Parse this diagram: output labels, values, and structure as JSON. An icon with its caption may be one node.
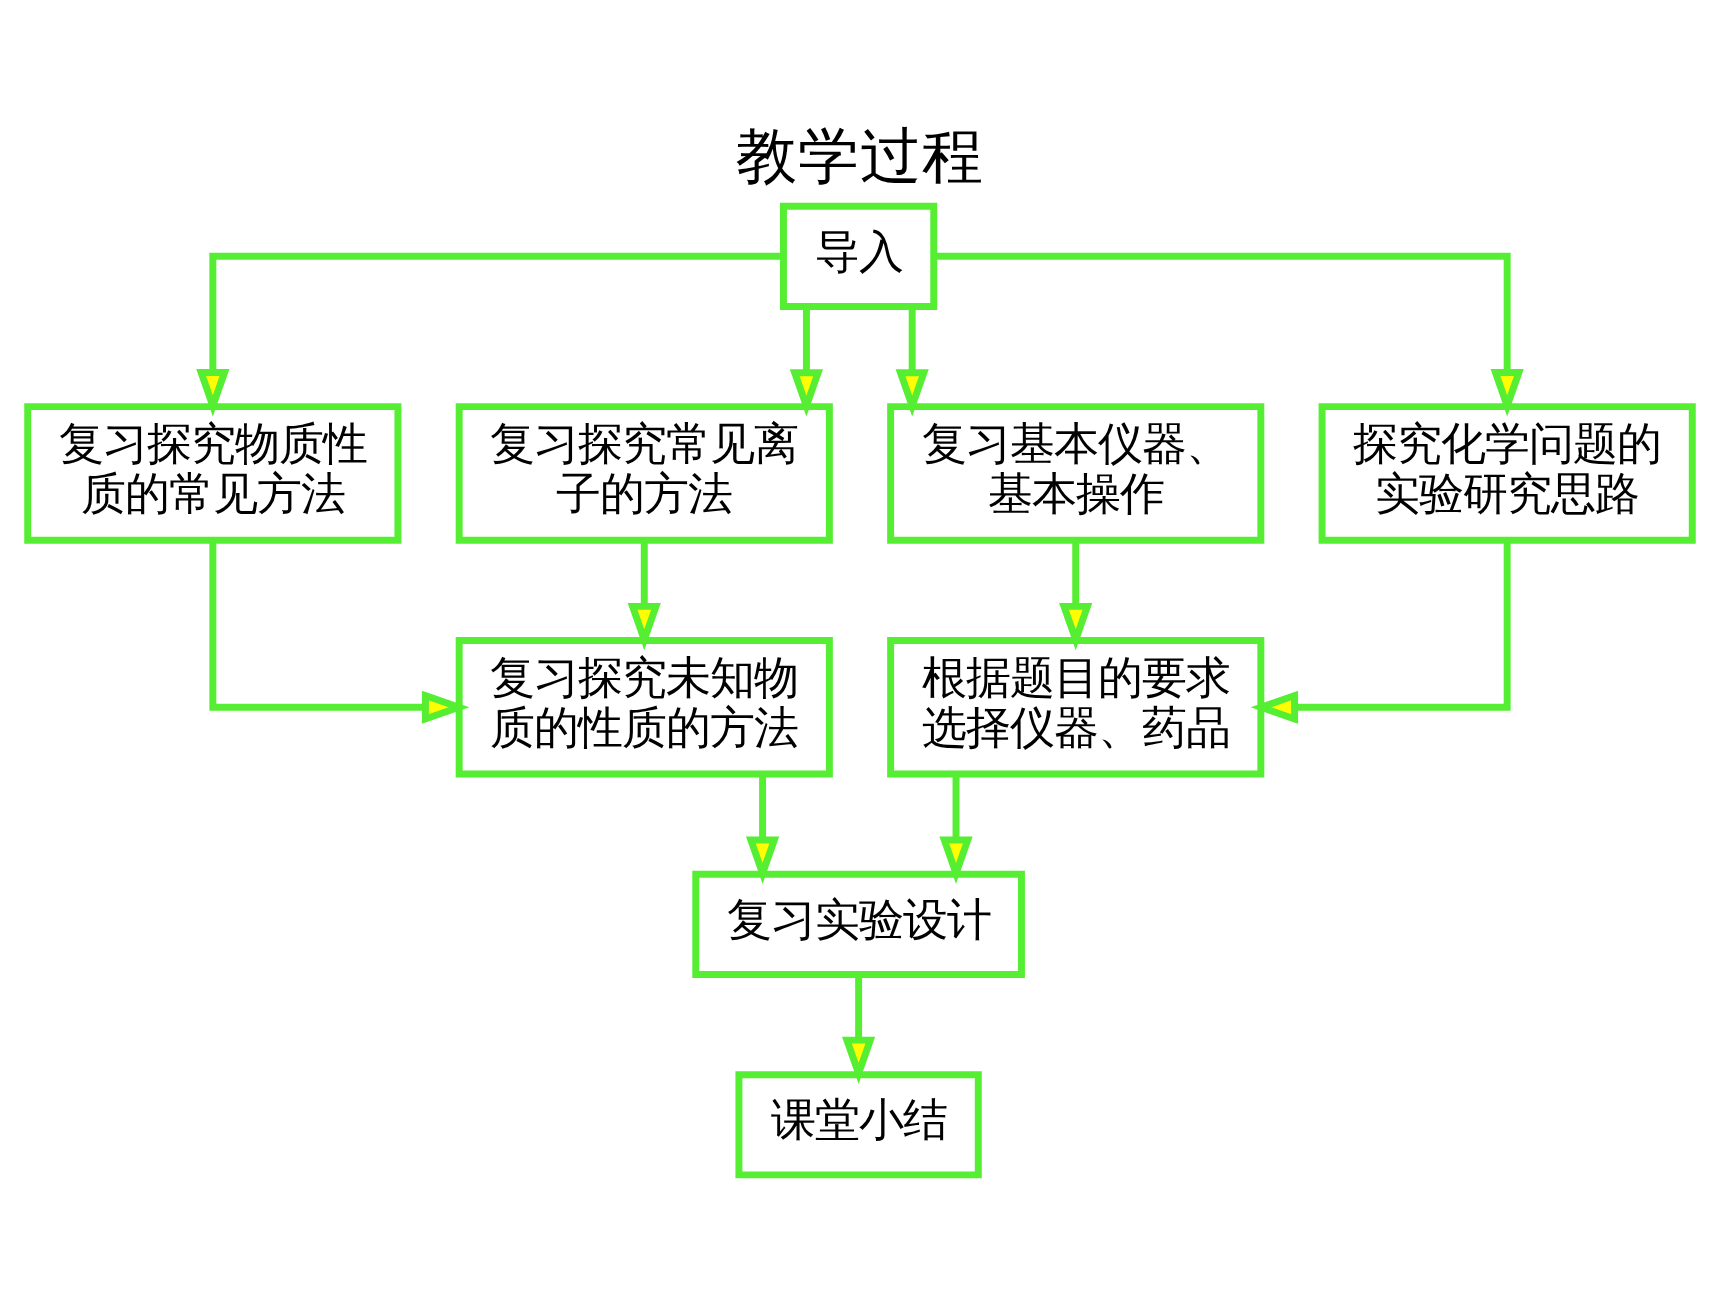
{
  "diagram": {
    "title": "教学过程",
    "nodes": [
      {
        "text": [
          "导入"
        ]
      },
      {
        "text": [
          "复习探究物质性质的常见方法"
        ]
      },
      {
        "text": [
          "复习探究常见离子的方法"
        ]
      },
      {
        "text": [
          "复习基本仪器、基本操作"
        ]
      },
      {
        "text": [
          "探究化学问题的实验研究思路"
        ]
      },
      {
        "text": [
          "复习探究未知物质的性质的方法"
        ]
      },
      {
        "text": [
          "根据题目的要求选择仪器、药品"
        ]
      },
      {
        "text": [
          "复习实验设计"
        ]
      },
      {
        "text": [
          "课堂小结"
        ]
      }
    ],
    "edges": [
      {
        "from": 0,
        "to": 1,
        "arrow": "to"
      },
      {
        "from": 0,
        "to": 2,
        "arrow": "to"
      },
      {
        "from": 0,
        "to": 3,
        "arrow": "to"
      },
      {
        "from": 0,
        "to": 4,
        "arrow": "to"
      },
      {
        "from": 1,
        "to": 5,
        "arrow": "to"
      },
      {
        "from": 2,
        "to": 5,
        "arrow": "to"
      },
      {
        "from": 3,
        "to": 6,
        "arrow": "to"
      },
      {
        "from": 4,
        "to": 6,
        "arrow": "to"
      },
      {
        "from": 5,
        "to": 7,
        "arrow": "to"
      },
      {
        "from": 6,
        "to": 7,
        "arrow": "to"
      },
      {
        "from": 7,
        "to": 8,
        "arrow": "to"
      }
    ]
  }
}
